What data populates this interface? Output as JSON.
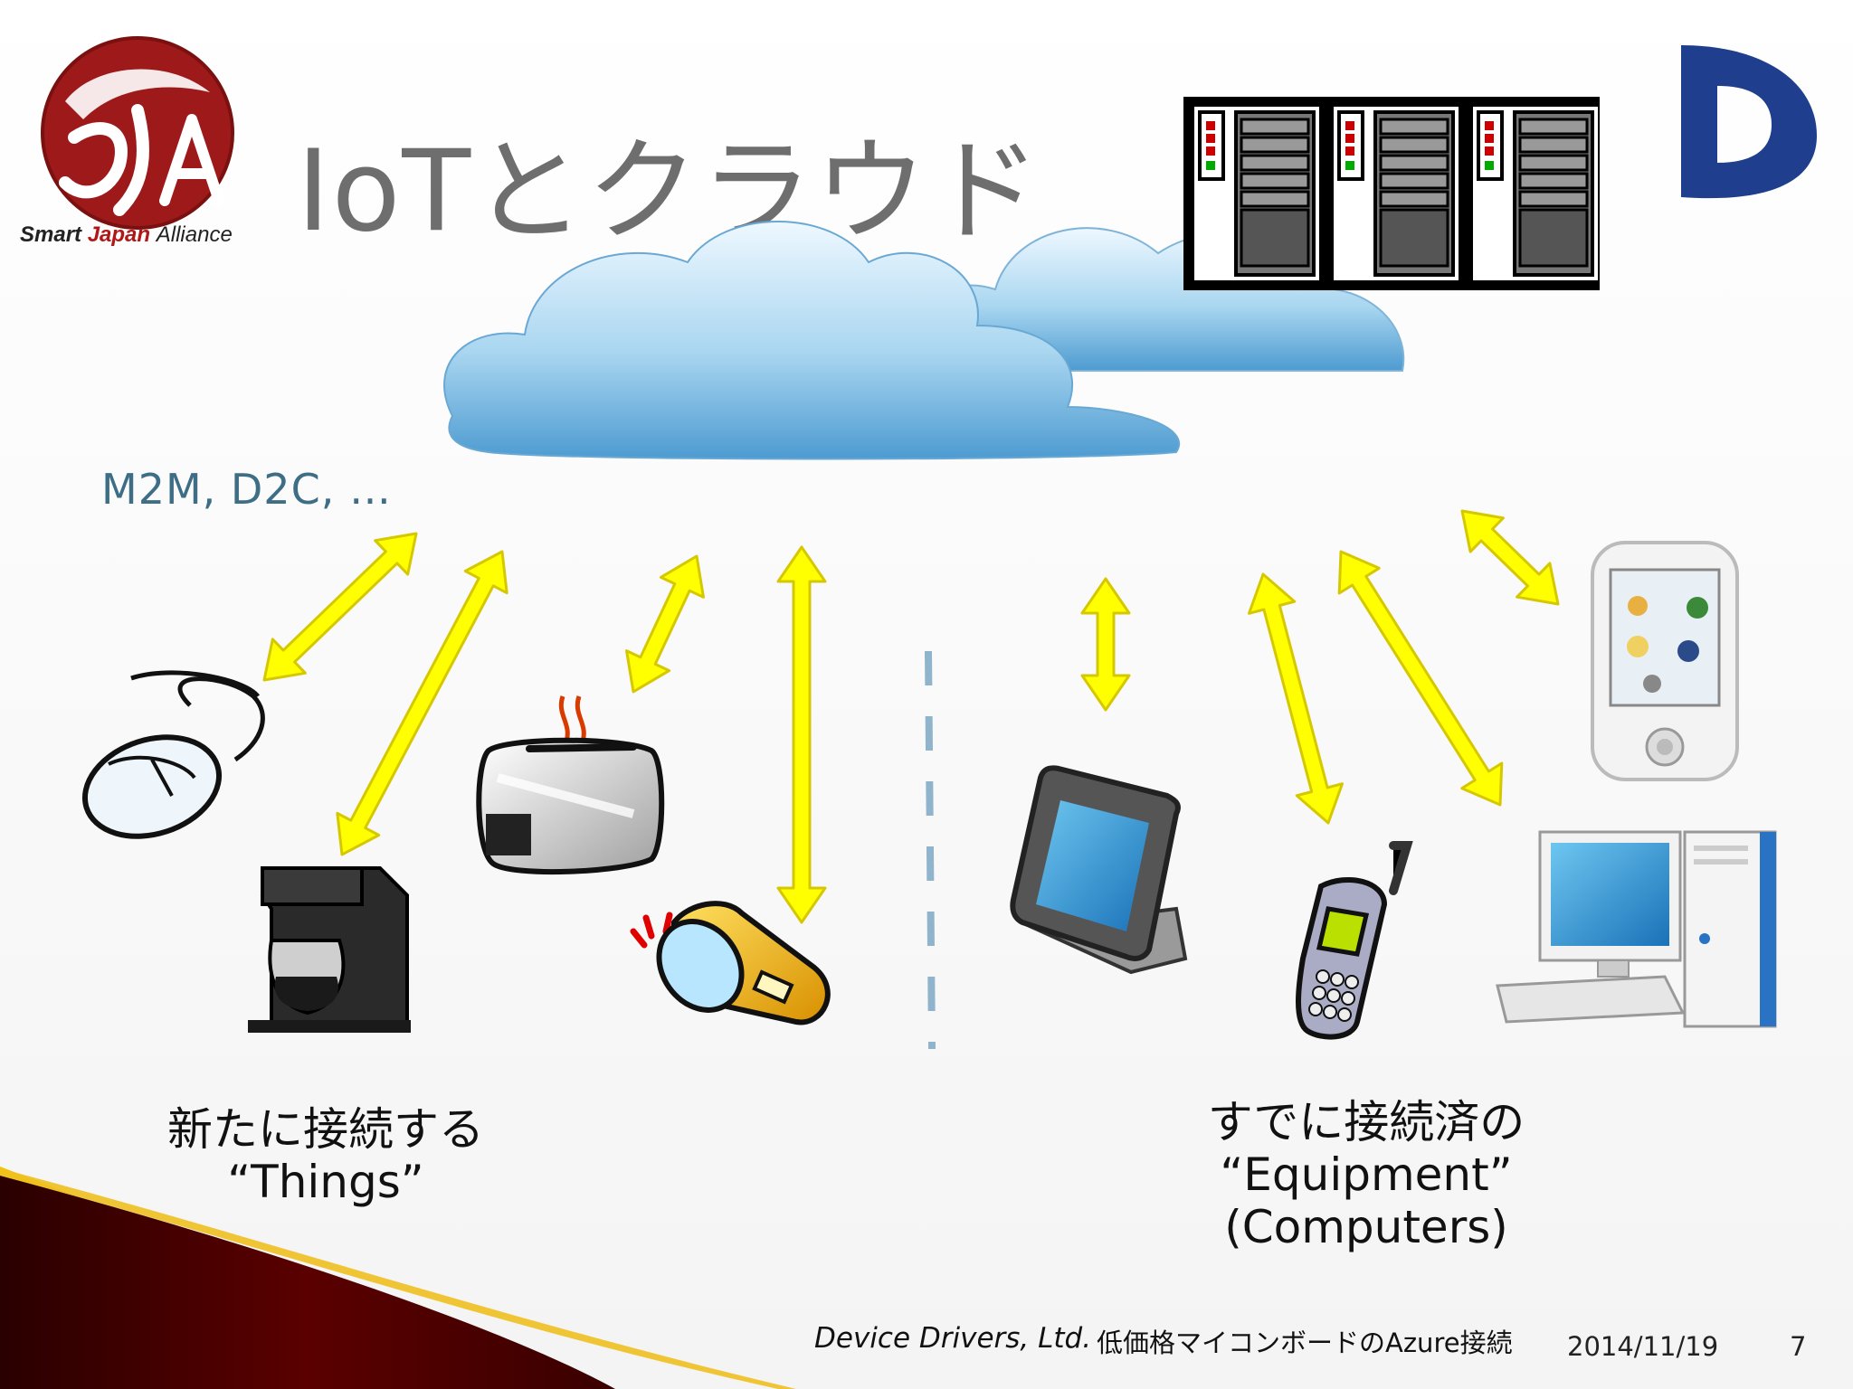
{
  "slide": {
    "title": "IoTとクラウド",
    "protocols_label": "M2M, D2C, …",
    "left_group": {
      "line1": "新たに接続する",
      "line2": "“Things”"
    },
    "right_group": {
      "line1": "すでに接続済の",
      "line2": "“Equipment”",
      "line3": "(Computers)"
    }
  },
  "logos": {
    "sja": {
      "word1": "Smart",
      "word2": "Japan",
      "word3": "Alliance"
    }
  },
  "footer": {
    "company": "Device Drivers, Ltd.",
    "presentation_title": "低価格マイコンボードのAzure接続",
    "date": "2014/11/19",
    "page": "7"
  },
  "colors": {
    "arrow": "#ffff00",
    "arrow_outline": "#d6c800",
    "cloud": "#9ccbe8",
    "sja_red": "#9e1a1a",
    "d_blue": "#1f3e8e",
    "corner_dark": "#3a0000",
    "corner_gold": "#e8a000"
  }
}
